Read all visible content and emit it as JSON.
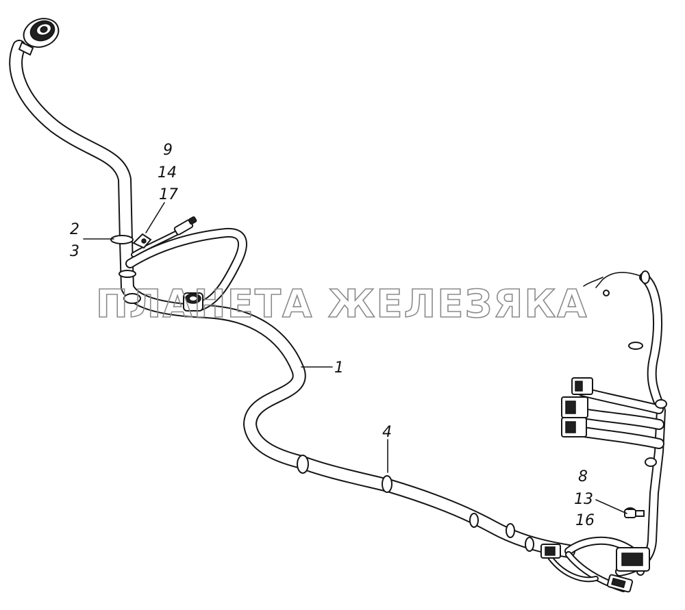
{
  "diagram": {
    "callouts": {
      "c1": "1",
      "c2": "2",
      "c3": "3",
      "c4": "4",
      "c8": "8",
      "c9": "9",
      "c13": "13",
      "c14": "14",
      "c16": "16",
      "c17": "17"
    },
    "watermark": "ПЛАНЕТА ЖЕЛЕЗЯКА"
  }
}
